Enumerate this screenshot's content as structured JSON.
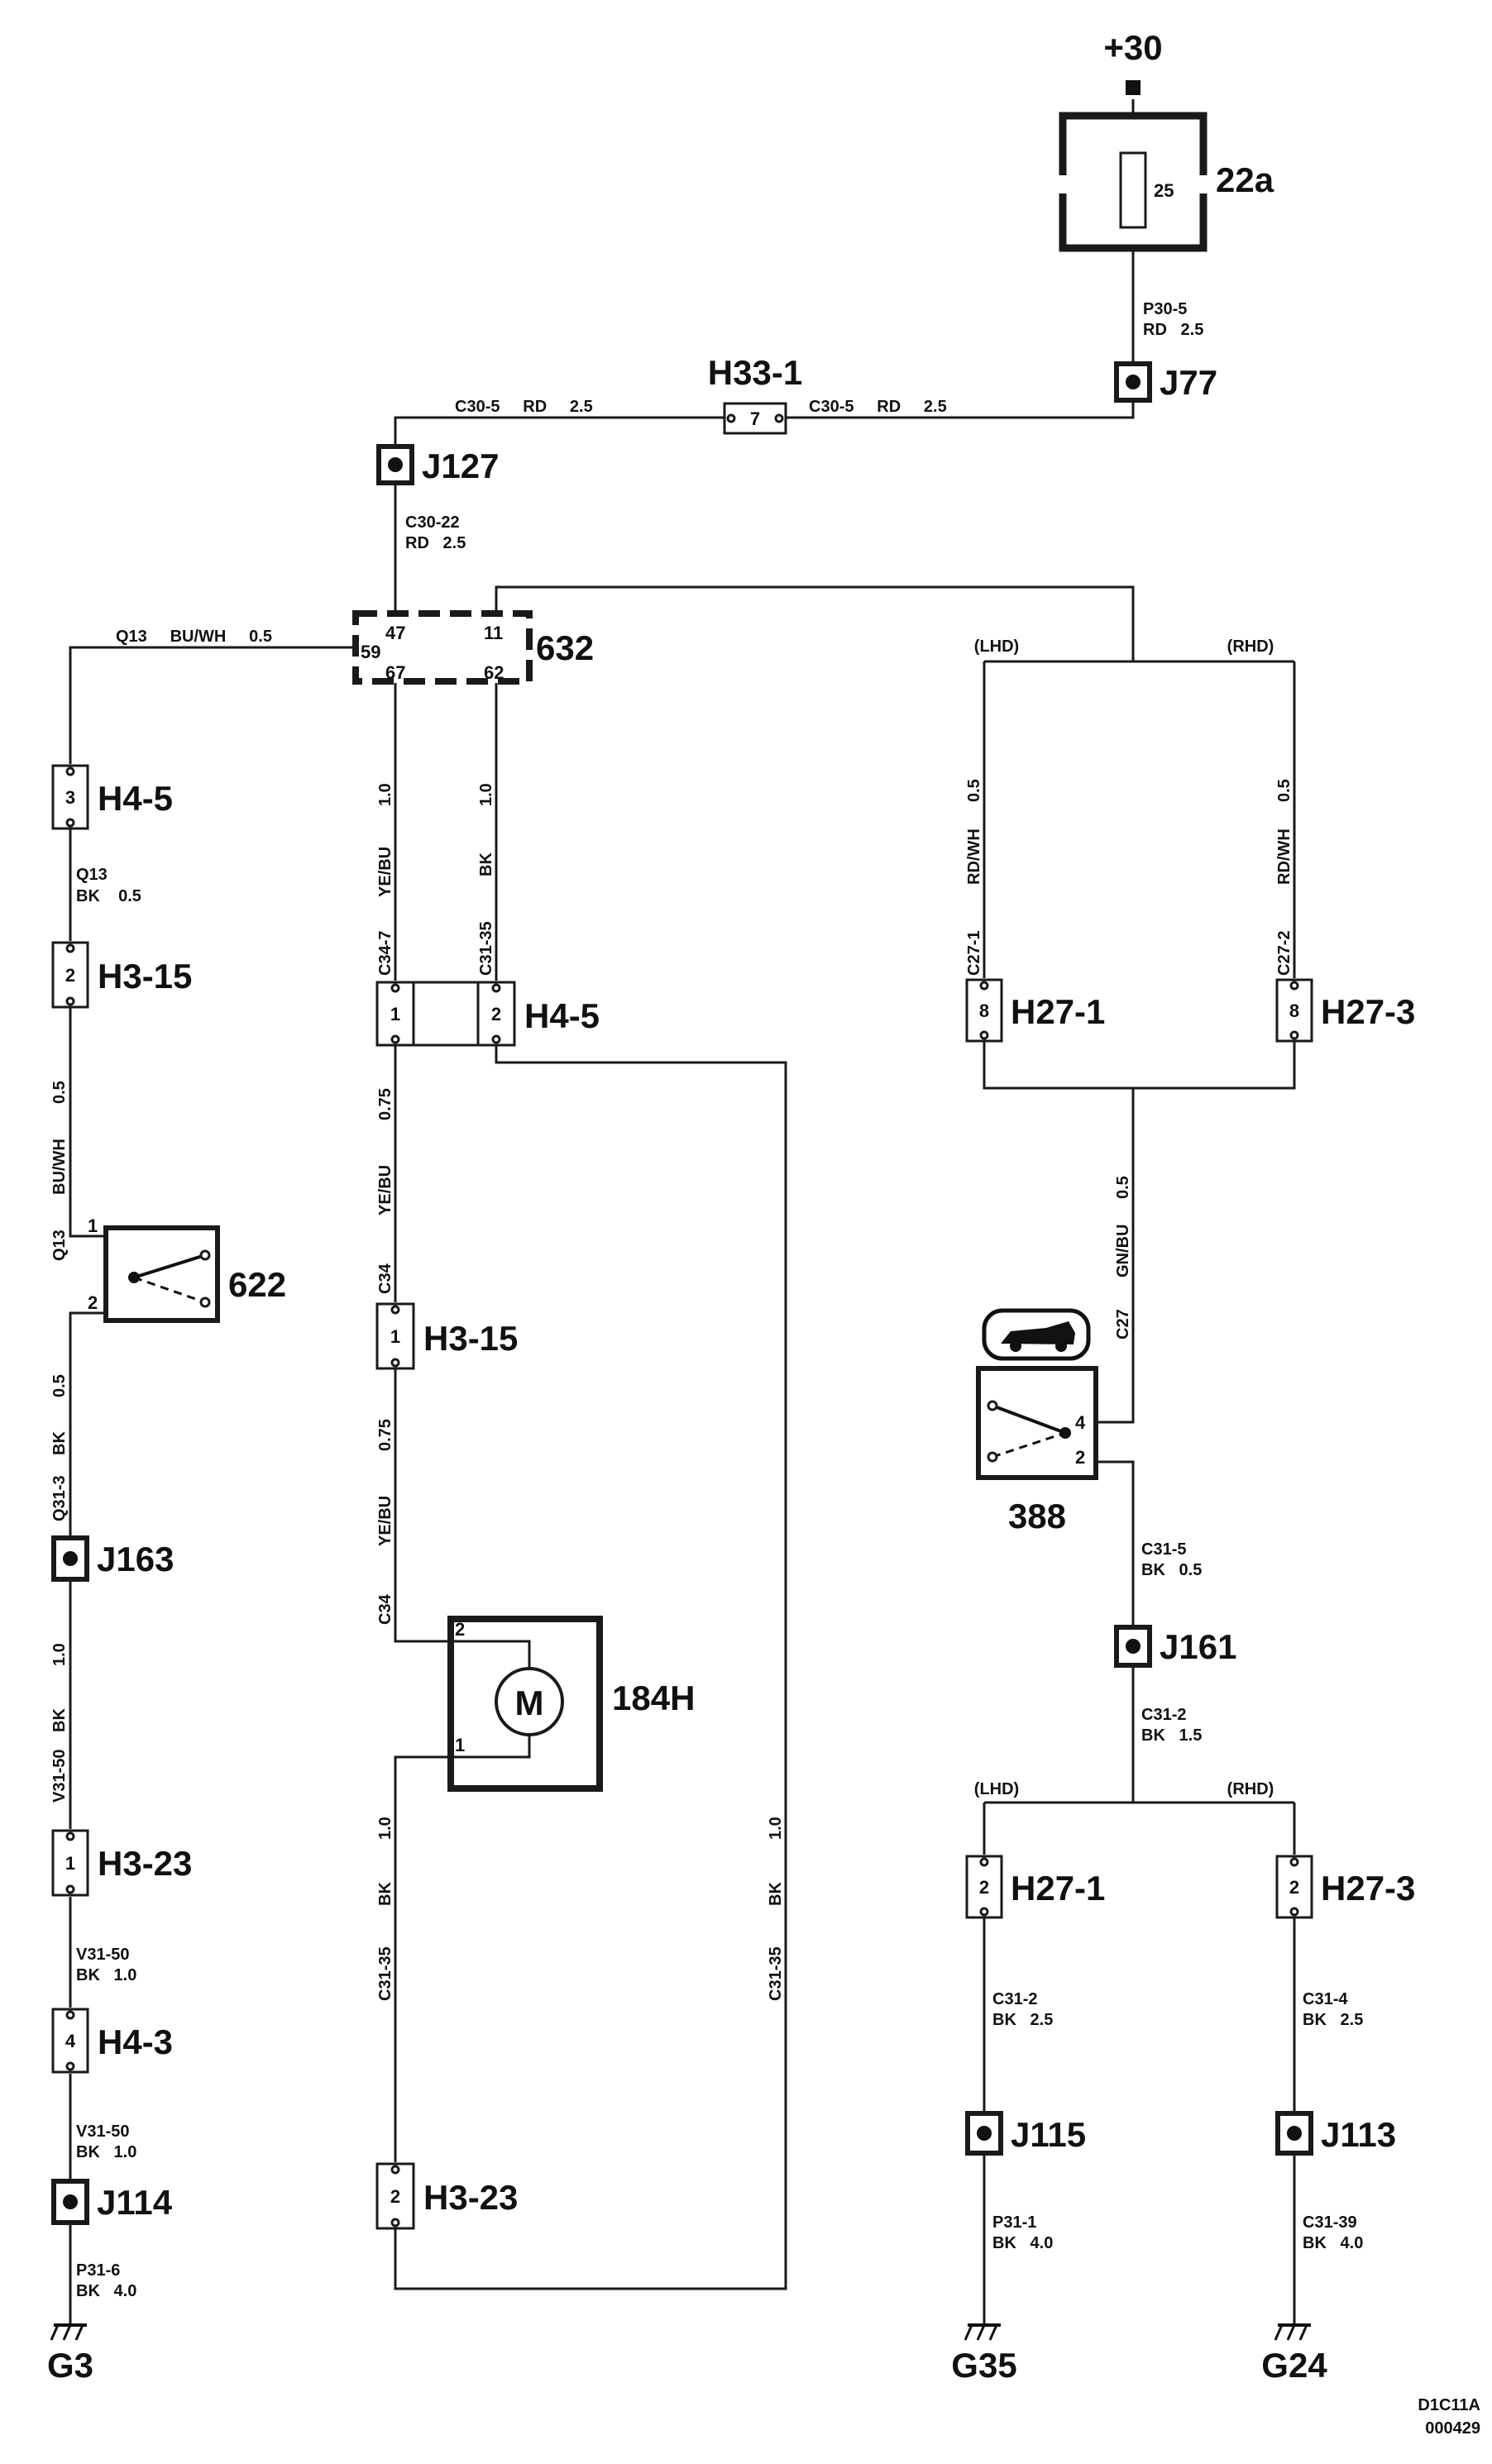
{
  "supply": "+30",
  "fuse": {
    "id": "22a",
    "value": "25"
  },
  "connectors": {
    "h33_1": {
      "label": "H33-1",
      "pin": "7"
    },
    "h4_5_left": {
      "label": "H4-5",
      "pin": "3"
    },
    "h3_15_left": {
      "label": "H3-15",
      "pin": "2"
    },
    "h4_5_mid": {
      "label": "H4-5",
      "pin_a": "1",
      "pin_b": "2"
    },
    "h3_15_mid": {
      "label": "H3-15",
      "pin": "1"
    },
    "h3_23_left": {
      "label": "H3-23",
      "pin": "1"
    },
    "h4_3_left": {
      "label": "H4-3",
      "pin": "4"
    },
    "h3_23_mid": {
      "label": "H3-23",
      "pin": "2"
    },
    "h27_1_top": {
      "label": "H27-1",
      "pin": "8"
    },
    "h27_3_top": {
      "label": "H27-3",
      "pin": "8"
    },
    "h27_1_bot": {
      "label": "H27-1",
      "pin": "2"
    },
    "h27_3_bot": {
      "label": "H27-3",
      "pin": "2"
    }
  },
  "junctions": {
    "j77": "J77",
    "j127": "J127",
    "j163": "J163",
    "j114": "J114",
    "j161": "J161",
    "j115": "J115",
    "j113": "J113"
  },
  "relay_632": {
    "label": "632",
    "pins": [
      "47",
      "11",
      "59",
      "67",
      "62"
    ]
  },
  "switch_622": {
    "label": "622",
    "pin1": "1",
    "pin2": "2"
  },
  "motor": {
    "label": "184H",
    "symbol": "M",
    "pin2": "2",
    "pin1": "1"
  },
  "switch_388": {
    "label": "388",
    "pin4": "4",
    "pin2": "2",
    "icon": "car-hood-icon"
  },
  "grounds": {
    "g3": "G3",
    "g35": "G35",
    "g24": "G24"
  },
  "variants": {
    "lhd": "(LHD)",
    "rhd": "(RHD)"
  },
  "wires": {
    "p30_5": [
      "P30-5",
      "RD   2.5"
    ],
    "c30_5_left": "C30-5     RD     2.5",
    "c30_5_right": "C30-5     RD     2.5",
    "c30_22": [
      "C30-22",
      "RD   2.5"
    ],
    "q13_top": "Q13     BU/WH     0.5",
    "q13_bk": [
      "Q13",
      "BK    0.5"
    ],
    "q13_buwh": [
      "0.5",
      "BU/WH",
      "Q13"
    ],
    "q31_3": [
      "0.5",
      "BK",
      "Q31-3"
    ],
    "v31_50_vert": [
      "1.0",
      "BK",
      "V31-50"
    ],
    "v31_50_a": [
      "V31-50",
      "BK   1.0"
    ],
    "v31_50_b": [
      "V31-50",
      "BK   1.0"
    ],
    "p31_6": [
      "P31-6",
      "BK   4.0"
    ],
    "c34_7": [
      "1.0",
      "YE/BU",
      "C34-7"
    ],
    "c31_35_top": [
      "1.0",
      "BK",
      "C31-35"
    ],
    "c34_a": [
      "0.75",
      "YE/BU",
      "C34"
    ],
    "c34_b": [
      "0.75",
      "YE/BU",
      "C34"
    ],
    "c31_35_motor": [
      "1.0",
      "BK",
      "C31-35"
    ],
    "c31_35_right": [
      "1.0",
      "BK",
      "C31-35"
    ],
    "c27_1": [
      "0.5",
      "RD/WH",
      "C27-1"
    ],
    "c27_2": [
      "0.5",
      "RD/WH",
      "C27-2"
    ],
    "c27": [
      "0.5",
      "GN/BU",
      "C27"
    ],
    "c31_5": [
      "C31-5",
      "BK   0.5"
    ],
    "c31_2_a": [
      "C31-2",
      "BK   1.5"
    ],
    "c31_2_b": [
      "C31-2",
      "BK   2.5"
    ],
    "c31_4": [
      "C31-4",
      "BK   2.5"
    ],
    "p31_1": [
      "P31-1",
      "BK   4.0"
    ],
    "c31_39": [
      "C31-39",
      "BK   4.0"
    ]
  },
  "footer": [
    "D1C11A",
    "000429"
  ]
}
